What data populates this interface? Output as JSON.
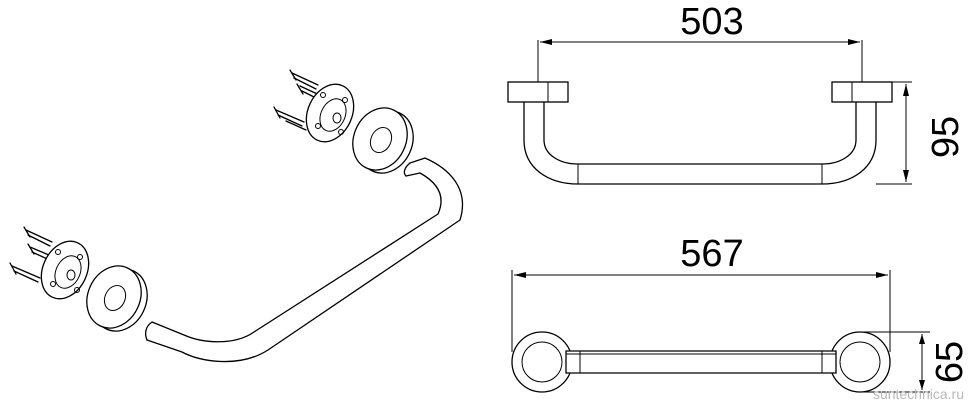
{
  "dimensions": {
    "top_width": "503",
    "top_height": "95",
    "bottom_width": "567",
    "bottom_height": "65"
  },
  "watermark": "suntechnica.ru",
  "colors": {
    "line": "#000000",
    "watermark": "#b9b9b9",
    "background": "#ffffff"
  }
}
